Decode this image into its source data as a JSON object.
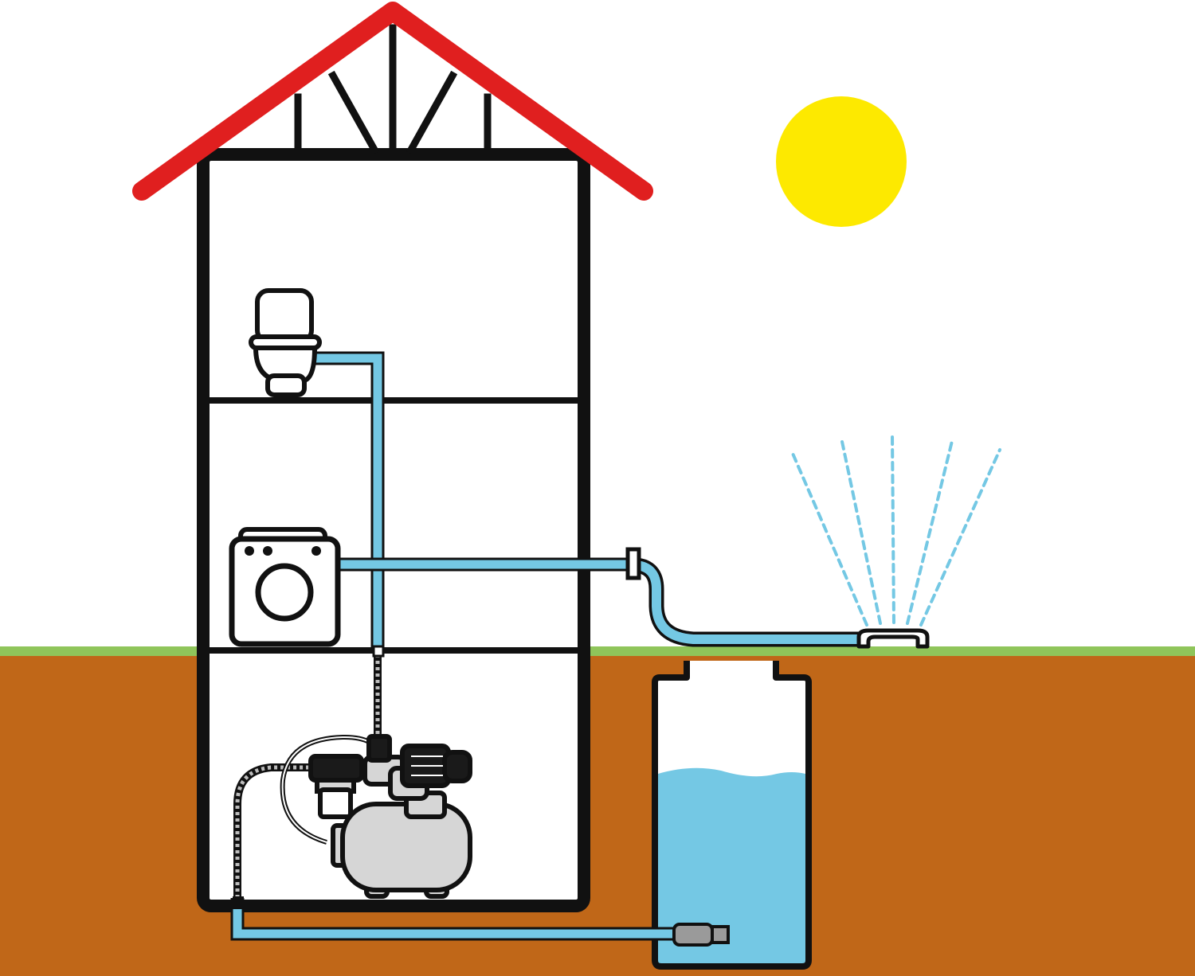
{
  "scene": {
    "elements": [
      "sky",
      "ground",
      "sun",
      "house",
      "roof",
      "toilet",
      "washing-machine",
      "house-water-pipes",
      "outdoor-tap",
      "garden-hose",
      "lawn-sprinkler",
      "water-spray",
      "rainwater-cistern",
      "stored-water",
      "suction-hose",
      "intake-filter",
      "pressure-pump",
      "pressure-tank",
      "pre-filter"
    ]
  },
  "colors": {
    "sky": "#ffffff",
    "soil": "#c06718",
    "grass": "#8fc55a",
    "roof": "#e01f1f",
    "sun": "#fde900",
    "water": "#74c8e4",
    "spray": "#74c8e4",
    "outline": "#111111",
    "appliance": "#ffffff",
    "pump_body": "#d6d6d6",
    "motor": "#1a1a1a"
  }
}
